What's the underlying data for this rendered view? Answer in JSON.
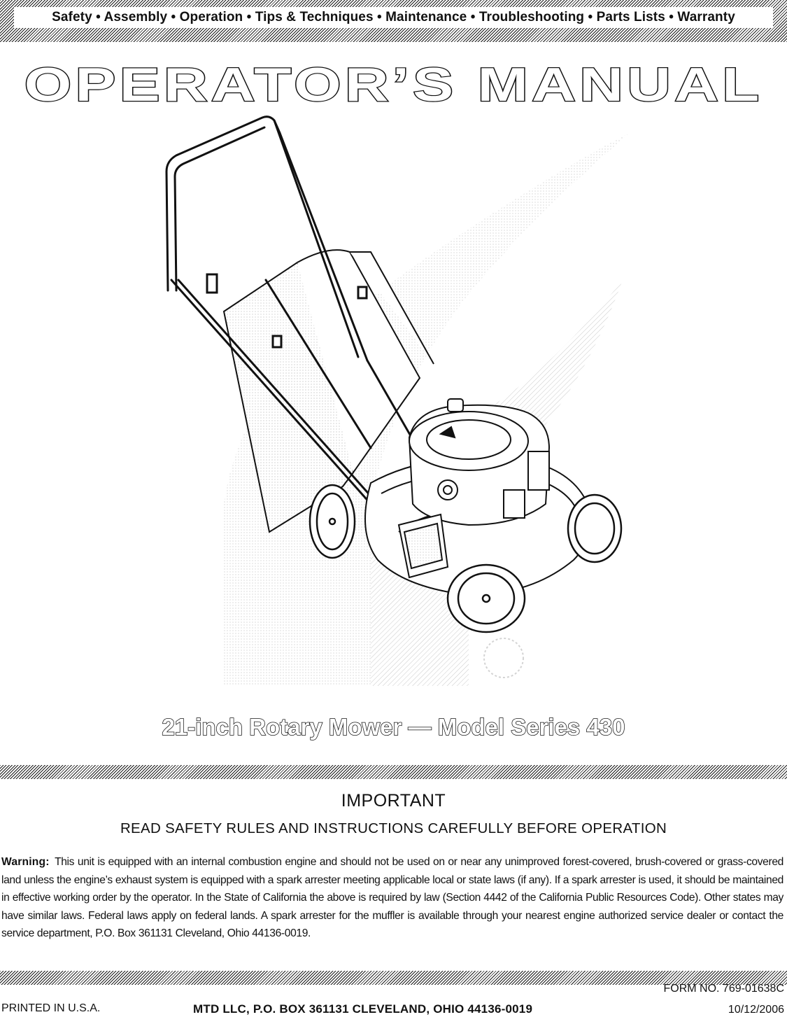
{
  "header": {
    "topics": "Safety • Assembly • Operation • Tips & Techniques • Maintenance • Troubleshooting • Parts Lists • Warranty",
    "title": "OPERATOR’S MANUAL"
  },
  "illustration": {
    "subject": "walk-behind rotary lawn mower with rear grass catcher"
  },
  "model": {
    "title": "21-inch Rotary Mower — Model Series 430"
  },
  "notice": {
    "heading": "IMPORTANT",
    "subheading": "READ SAFETY RULES AND INSTRUCTIONS CAREFULLY BEFORE OPERATION",
    "warning_label": "Warning:",
    "warning_text": "This unit is equipped with an internal combustion engine and should not be used on or near any unimproved forest-covered, brush-covered or grass-covered land unless the engine’s exhaust system is equipped with a spark arrester meeting applicable local or state laws (if any). If a spark arrester is used, it should be maintained in effective working order by the operator. In the State of California the above is required by law (Section 4442 of the California Public Resources Code). Other states may have similar laws. Federal laws apply on federal lands. A spark arrester for the muffler is available through your nearest engine authorized service dealer or contact the service department, P.O. Box 361131 Cleveland, Ohio 44136-0019."
  },
  "footer": {
    "printed": "PRINTED IN U.S.A.",
    "company": "MTD LLC, P.O. BOX 361131 CLEVELAND, OHIO 44136-0019",
    "form_number": "FORM NO. 769-01638C",
    "date": "10/12/2006"
  }
}
